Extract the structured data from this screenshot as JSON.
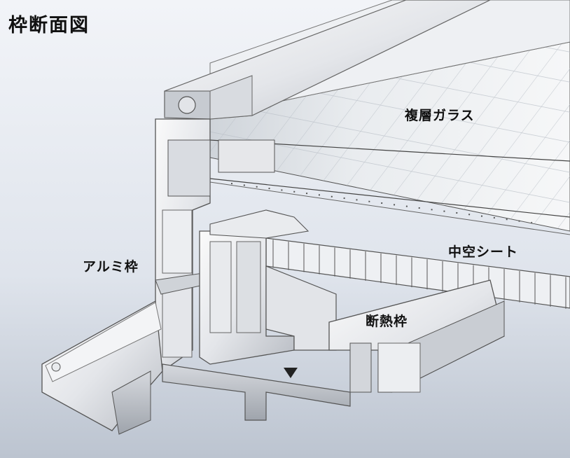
{
  "title": "枠断面図",
  "labels": {
    "double_glass": "複層ガラス",
    "hollow_sheet": "中空シート",
    "aluminum_frame": "アルミ枠",
    "thermal_break_frame": "断熱枠"
  }
}
